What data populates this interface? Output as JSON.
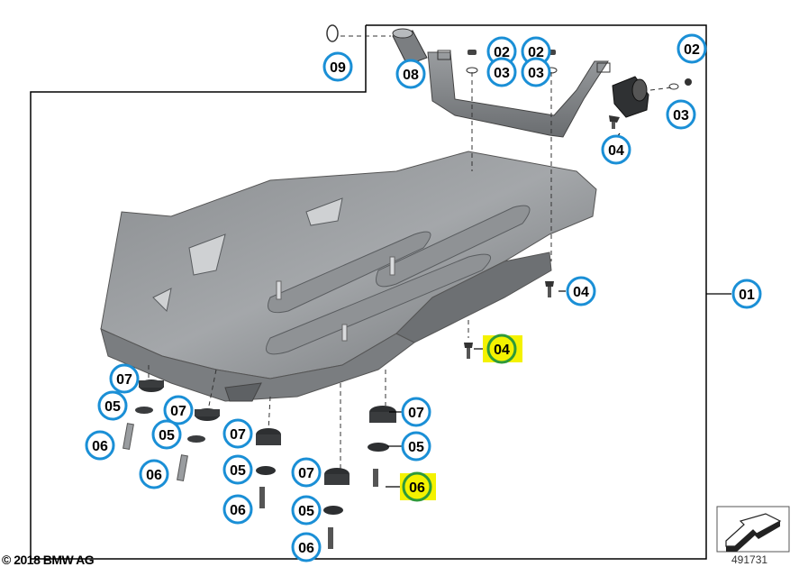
{
  "copyright": "© 2018 BMW AG",
  "reference_number": "491731",
  "colors": {
    "callout_ring": "#1a8fd6",
    "highlight": "#f4f200",
    "highlight_ring": "#2e9a3a",
    "frame": "#000000"
  },
  "callouts": [
    {
      "label": "09",
      "highlighted": false
    },
    {
      "label": "08",
      "highlighted": false
    },
    {
      "label": "02",
      "highlighted": false
    },
    {
      "label": "02",
      "highlighted": false
    },
    {
      "label": "03",
      "highlighted": false
    },
    {
      "label": "03",
      "highlighted": false
    },
    {
      "label": "02",
      "highlighted": false
    },
    {
      "label": "03",
      "highlighted": false
    },
    {
      "label": "04",
      "highlighted": false
    },
    {
      "label": "04",
      "highlighted": false
    },
    {
      "label": "01",
      "highlighted": false
    },
    {
      "label": "04",
      "highlighted": true
    },
    {
      "label": "07",
      "highlighted": false
    },
    {
      "label": "05",
      "highlighted": false
    },
    {
      "label": "07",
      "highlighted": false
    },
    {
      "label": "05",
      "highlighted": false
    },
    {
      "label": "06",
      "highlighted": false
    },
    {
      "label": "06",
      "highlighted": false
    },
    {
      "label": "07",
      "highlighted": false
    },
    {
      "label": "05",
      "highlighted": false
    },
    {
      "label": "06",
      "highlighted": false
    },
    {
      "label": "07",
      "highlighted": false
    },
    {
      "label": "05",
      "highlighted": false
    },
    {
      "label": "06",
      "highlighted": false
    },
    {
      "label": "07",
      "highlighted": false
    },
    {
      "label": "05",
      "highlighted": false
    },
    {
      "label": "06",
      "highlighted": true
    }
  ]
}
